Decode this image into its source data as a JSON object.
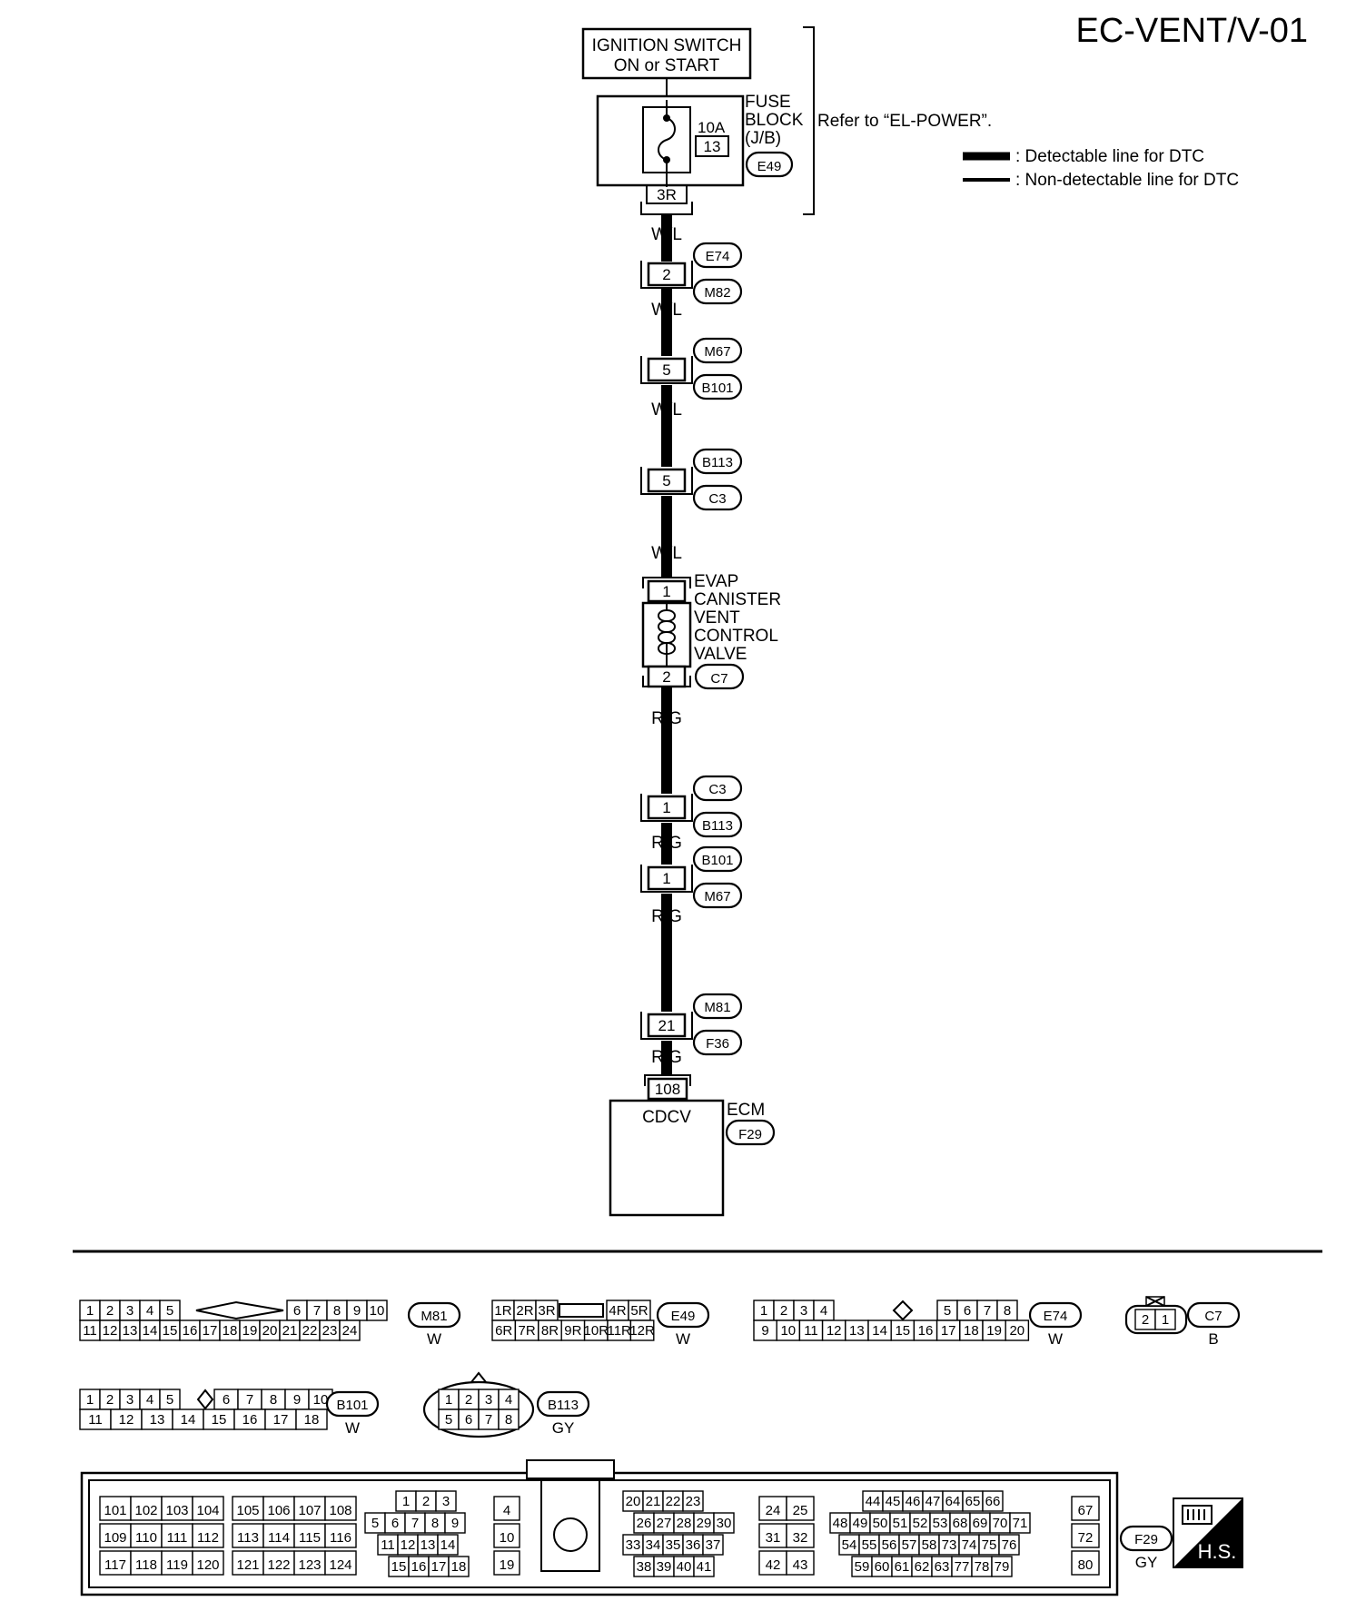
{
  "page": {
    "code": "EC-VENT/V-01"
  },
  "legend": {
    "detectable": ": Detectable line for DTC",
    "non_detectable": ": Non-detectable line for DTC"
  },
  "ignition": {
    "line1": "IGNITION SWITCH",
    "line2": "ON or START"
  },
  "fuse_block": {
    "label1": "FUSE",
    "label2": "BLOCK",
    "label3": "(J/B)",
    "amp": "10A",
    "fuse_no": "13",
    "connector": "E49",
    "terminal": "3R",
    "refer": "Refer to “EL-POWER”."
  },
  "wire_colors": {
    "wl": "W/L",
    "rg": "R/G"
  },
  "joints": [
    {
      "pin": "2",
      "top": "E74",
      "bottom": "M82"
    },
    {
      "pin": "5",
      "top": "M67",
      "bottom": "B101"
    },
    {
      "pin": "5",
      "top": "B113",
      "bottom": "C3"
    },
    {
      "pin": "1",
      "top": "C3",
      "bottom": "B113"
    },
    {
      "pin": "1",
      "top": "B101",
      "bottom": "M67"
    },
    {
      "pin": "21",
      "top": "M81",
      "bottom": "F36"
    }
  ],
  "valve": {
    "label": [
      "EVAP",
      "CANISTER",
      "VENT",
      "CONTROL",
      "VALVE"
    ],
    "pin_top": "1",
    "pin_bottom": "2",
    "connector": "C7"
  },
  "ecm": {
    "pin": "108",
    "signal": "CDCV",
    "label": "ECM",
    "connector": "F29"
  },
  "connectors": {
    "M81": {
      "id": "M81",
      "color": "W",
      "top": [
        "1",
        "2",
        "3",
        "4",
        "5",
        "6",
        "7",
        "8",
        "9",
        "10"
      ],
      "bottom": [
        "11",
        "12",
        "13",
        "14",
        "15",
        "16",
        "17",
        "18",
        "19",
        "20",
        "21",
        "22",
        "23",
        "24"
      ]
    },
    "E49": {
      "id": "E49",
      "color": "W",
      "top": [
        "1R",
        "2R",
        "3R",
        "4R",
        "5R"
      ],
      "bottom": [
        "6R",
        "7R",
        "8R",
        "9R",
        "10R",
        "11R",
        "12R"
      ]
    },
    "E74": {
      "id": "E74",
      "color": "W",
      "top": [
        "1",
        "2",
        "3",
        "4",
        "5",
        "6",
        "7",
        "8"
      ],
      "bottom": [
        "9",
        "10",
        "11",
        "12",
        "13",
        "14",
        "15",
        "16",
        "17",
        "18",
        "19",
        "20"
      ]
    },
    "C7": {
      "id": "C7",
      "color": "B",
      "pins": [
        "2",
        "1"
      ]
    },
    "B101": {
      "id": "B101",
      "color": "W",
      "top": [
        "1",
        "2",
        "3",
        "4",
        "5",
        "6",
        "7",
        "8",
        "9",
        "10"
      ],
      "bottom": [
        "11",
        "12",
        "13",
        "14",
        "15",
        "16",
        "17",
        "18"
      ]
    },
    "B113": {
      "id": "B113",
      "color": "GY",
      "top": [
        "1",
        "2",
        "3",
        "4"
      ],
      "bottom": [
        "5",
        "6",
        "7",
        "8"
      ]
    },
    "F29": {
      "id": "F29",
      "color": "GY",
      "groupA": [
        [
          "101",
          "102",
          "103",
          "104"
        ],
        [
          "109",
          "110",
          "111",
          "112"
        ],
        [
          "117",
          "118",
          "119",
          "120"
        ]
      ],
      "groupB": [
        [
          "105",
          "106",
          "107",
          "108"
        ],
        [
          "113",
          "114",
          "115",
          "116"
        ],
        [
          "121",
          "122",
          "123",
          "124"
        ]
      ],
      "groupC": [
        [
          "1",
          "2",
          "3"
        ],
        [
          "5",
          "6",
          "7",
          "8",
          "9"
        ],
        [
          "11",
          "12",
          "13",
          "14"
        ],
        [
          "15",
          "16",
          "17",
          "18"
        ]
      ],
      "groupD": [
        "4",
        "10",
        "19"
      ],
      "groupE": [
        [
          "20",
          "21",
          "22",
          "23"
        ],
        [
          "26",
          "27",
          "28",
          "29",
          "30"
        ],
        [
          "33",
          "34",
          "35",
          "36",
          "37"
        ],
        [
          "38",
          "39",
          "40",
          "41"
        ]
      ],
      "groupF": [
        [
          "24",
          "25"
        ],
        [
          "31",
          "32"
        ],
        [
          "42",
          "43"
        ]
      ],
      "groupG": [
        [
          "44",
          "45",
          "46",
          "47",
          "64",
          "65",
          "66"
        ],
        [
          "48",
          "49",
          "50",
          "51",
          "52",
          "53",
          "68",
          "69",
          "70",
          "71"
        ],
        [
          "54",
          "55",
          "56",
          "57",
          "58",
          "73",
          "74",
          "75",
          "76"
        ],
        [
          "59",
          "60",
          "61",
          "62",
          "63",
          "77",
          "78",
          "79"
        ]
      ],
      "groupH": [
        "67",
        "72",
        "80"
      ]
    }
  },
  "hs_badge": "H.S."
}
